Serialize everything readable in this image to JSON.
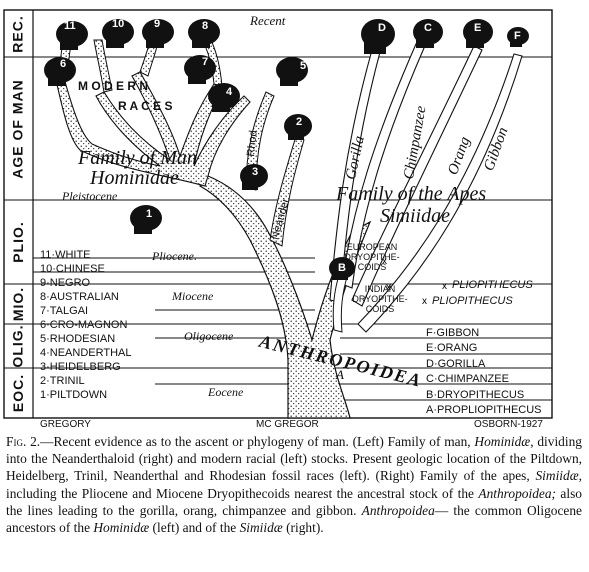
{
  "epochs": [
    "REC.",
    "AGE OF MAN",
    "PLIO.",
    "MIO.",
    "OLIG.",
    "EOC."
  ],
  "periods": {
    "recent": "Recent",
    "pleistocene": "Pleistocene",
    "pliocene": "Pliocene.",
    "miocene": "Miocene",
    "oligocene": "Oligocene",
    "eocene": "Eocene"
  },
  "labels": {
    "modern": "M O D E R N",
    "races": "R A C E S",
    "family_man_1": "Family of Man",
    "family_man_2": "Hominidae",
    "family_apes_1": "Family of the Apes",
    "family_apes_2": "Simiidae",
    "anthropoidea": "ANTHROPOIDEA",
    "gorilla": "Gorilla",
    "chimpanzee": "Chimpanzee",
    "orang": "Orang",
    "gibbon": "Gibbon",
    "neanderthal_branch": "Neander",
    "rhodesian_branch": "Rhod",
    "european_dryo": "EUROPEAN DRYOPITHE-COIDS",
    "indian_dryo": "INDIAN DRYOPITHE-COIDS",
    "pliopithecus_1": "PLIOPITHECUS",
    "pliopithecus_2": "PLIOPITHECUS",
    "base_a": "A"
  },
  "man_stocks": [
    "11·WHITE",
    "10·CHINESE",
    "9·NEGRO",
    "8·AUSTRALIAN",
    "7·TALGAI",
    "6·CRO-MAGNON",
    "5·RHODESIAN",
    "4·NEANDERTHAL",
    "3·HEIDELBERG",
    "2·TRINIL",
    "1·PILTDOWN"
  ],
  "ape_stocks": [
    "F·GIBBON",
    "E·ORANG",
    "D·GORILLA",
    "C·CHIMPANZEE",
    "B·DRYOPITHECUS",
    "A·PROPLIOPITHECUS"
  ],
  "skull_numbers": [
    "11",
    "10",
    "9",
    "8",
    "7",
    "6",
    "5",
    "4",
    "3",
    "2",
    "1"
  ],
  "ape_letters": [
    "D",
    "C",
    "E",
    "F",
    "B"
  ],
  "credits": {
    "gregory": "GREGORY",
    "mcgregor": "MC GREGOR",
    "osborn": "OSBORN-1927"
  },
  "caption": {
    "fig_label": "Fig. 2.",
    "text_1": "—Recent evidence as to the ascent or phylogeny of man. (Left) Family of man, ",
    "hominidae_1": "Hominidæ",
    "text_2": ", dividing into the Neanderthaloid (right) and modern racial (left) stocks. Present geologic location of the Piltdown, Heidelberg, Trinil, Neanderthal and Rhodesian fossil races (left). (Right) Family of the apes, ",
    "simiidae_1": "Simiidæ",
    "text_3": ", including the Pliocene and Miocene Dryopithecoids nearest the ancestral stock of the ",
    "anthropoidea": "Anthropoidea;",
    "text_4": " also the lines leading to the gorilla, orang, chimpanzee and gibbon. ",
    "anthropoidea_2": "Anthropoidea",
    "text_5": "— the common Oligocene ancestors of the ",
    "hominidae_2": "Hominidæ",
    "text_6": " (left) and of the ",
    "simiidae_2": "Simiidæ",
    "text_7": " (right)."
  }
}
